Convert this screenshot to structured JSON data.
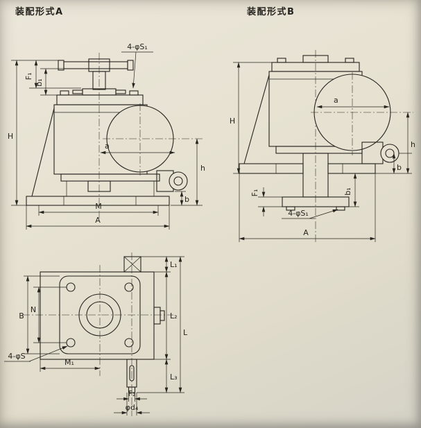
{
  "colors": {
    "ink": "#26241f",
    "paper": "#e6e1d1"
  },
  "titles": {
    "form_a": "装配形式A",
    "form_b": "装配形式B"
  },
  "view_a": {
    "dims": {
      "s1": "4-φS₁",
      "f1": "F₁",
      "b1": "b₁",
      "H": "H",
      "a": "a",
      "h": "h",
      "b": "b",
      "M": "M",
      "A": "A"
    }
  },
  "view_b": {
    "dims": {
      "H": "H",
      "a": "a",
      "h": "h",
      "b": "b",
      "f1": "F₁",
      "b1": "b₁",
      "s1": "4-φS₁",
      "A": "A"
    }
  },
  "view_plan": {
    "dims": {
      "L1": "L₁",
      "L2": "L₂",
      "L": "L",
      "L3": "L₃",
      "B": "B",
      "N": "N",
      "s": "4-φS",
      "M1": "M₁",
      "F2": "F₂",
      "d4": "φd₄"
    }
  }
}
